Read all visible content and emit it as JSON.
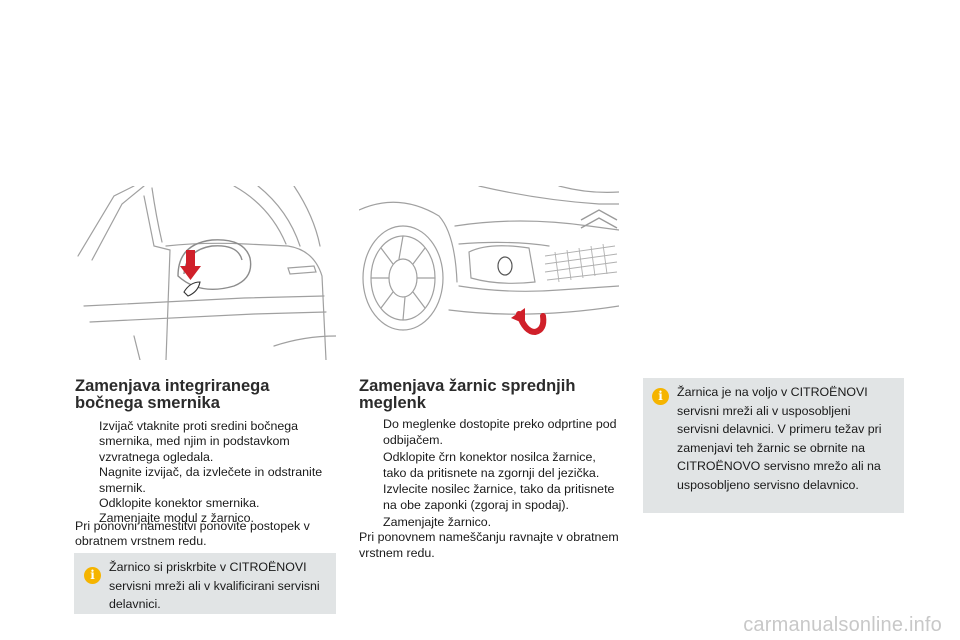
{
  "left": {
    "heading_line1": "Zamenjava integriranega",
    "heading_line2": "bočnega smernika",
    "steps": [
      "Izvijač vtaknite proti sredini bočnega smernika, med njim in podstavkom vzvratnega ogledala.",
      "Nagnite izvijač, da izvlečete in odstranite smernik.",
      "Odklopite konektor smernika.",
      "Zamenjajte modul z žarnico."
    ],
    "after_text": "Pri ponovni namestitvi ponovite postopek v obratnem vrstnem redu.",
    "info_text": "Žarnico si priskrbite v CITROËNOVI servisni mreži ali v kvalificirani servisni delavnici."
  },
  "middle": {
    "heading_line1": "Zamenjava žarnic sprednjih",
    "heading_line2": "meglenk",
    "steps": [
      "Do meglenke dostopite preko odprtine pod odbijačem.",
      "Odklopite črn konektor nosilca žarnice, tako da pritisnete na zgornji del jezička.",
      "Izvlecite nosilec žarnice, tako da pritisnete na obe zaponki (zgoraj in spodaj).",
      "Zamenjajte žarnico."
    ],
    "after_text": "Pri ponovnem nameščanju ravnajte v obratnem vrstnem redu."
  },
  "right": {
    "info_text": "Žarnica je na voljo v CITROËNOVI servisni mreži ali v usposobljeni servisni delavnici. V primeru težav pri zamenjavi teh žarnic se obrnite na CITROËNOVO servisno mrežo ali na usposobljeno servisno delavnico."
  },
  "bullet_glyph": "",
  "watermark": "carmanualsonline.info",
  "icons": {
    "info": "info-icon",
    "arrow": "red-down-arrow-icon",
    "curved_arrow": "red-curved-arrow-icon"
  },
  "colors": {
    "info_box": "#e1e4e5",
    "info_icon": "#f5b400",
    "arrow_red": "#d0202a",
    "line_art": "#a0a0a0"
  }
}
